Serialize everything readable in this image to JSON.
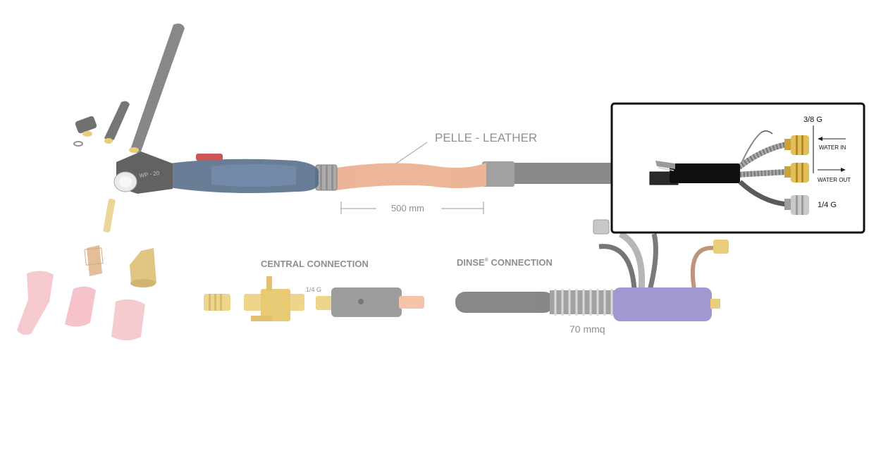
{
  "labels": {
    "leather": "PELLE - LEATHER",
    "length": "500 mm",
    "central": "CENTRAL CONNECTION",
    "dinse": "DINSE",
    "dinse_reg": "®",
    "dinse_suffix": " CONNECTION",
    "quarter_g_small": "1/4 G",
    "section": "70 mmq",
    "torch_model": "WP - 20",
    "inset_3_8": "3/8 G",
    "water_in": "WATER IN",
    "water_out": "WATER OUT",
    "inset_1_4": "1/4 G"
  },
  "colors": {
    "hose": "#6e6e6e",
    "leather": "#e9a682",
    "brass": "#e2bf5a",
    "ceramic": "#f4b8bf",
    "handle": "#4f6786",
    "dinse_sleeve": "#8a7fc8",
    "inset_border": "#111111"
  }
}
